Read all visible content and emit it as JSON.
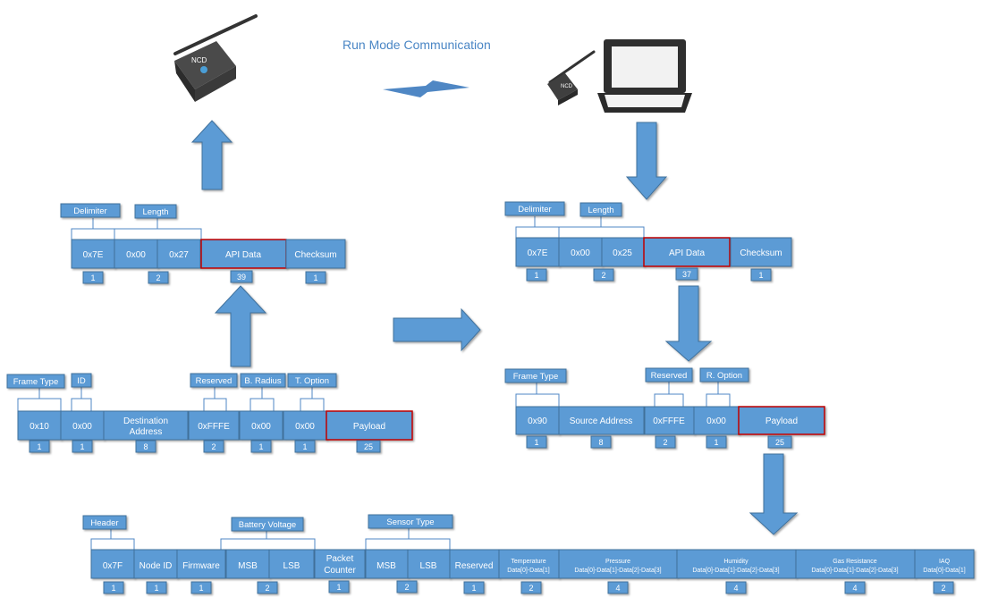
{
  "title": "Run Mode Communication",
  "devices": {
    "sensor_logo": "NCD",
    "gateway_logo": "NCD"
  },
  "top_left": {
    "labels": [
      "Delimiter",
      "Length"
    ],
    "fields": [
      "0x7E",
      "0x00",
      "0x27",
      "API Data",
      "Checksum"
    ],
    "sizes": [
      "1",
      "2",
      "39",
      "1"
    ]
  },
  "tx_frame": {
    "labels": [
      "Frame Type",
      "ID",
      "Reserved",
      "B. Radius",
      "T. Option"
    ],
    "fields": [
      "0x10",
      "0x00",
      "Destination",
      "Address",
      "0xFFFE",
      "0x00",
      "0x00",
      "Payload"
    ],
    "sizes": [
      "1",
      "1",
      "8",
      "2",
      "1",
      "1",
      "25"
    ]
  },
  "top_right": {
    "labels": [
      "Delimiter",
      "Length"
    ],
    "fields": [
      "0x7E",
      "0x00",
      "0x25",
      "API Data",
      "Checksum"
    ],
    "sizes": [
      "1",
      "2",
      "37",
      "1"
    ]
  },
  "rx_frame": {
    "labels": [
      "Frame Type",
      "Reserved",
      "R. Option"
    ],
    "fields": [
      "0x90",
      "Source Address",
      "0xFFFE",
      "0x00",
      "Payload"
    ],
    "sizes": [
      "1",
      "8",
      "2",
      "1",
      "25"
    ]
  },
  "payload": {
    "labels": [
      "Header",
      "Battery Voltage",
      "Sensor Type"
    ],
    "fields": [
      "0x7F",
      "Node ID",
      "Firmware",
      "MSB",
      "LSB",
      "Packet",
      "Counter",
      "MSB",
      "LSB",
      "Reserved"
    ],
    "small_titles": [
      "Temperature",
      "Pressure",
      "Humidity",
      "Gas Resistance",
      "IAQ"
    ],
    "small_subs": [
      "Data[0]-Data[1]",
      "Data[0]-Data[1]-Data[2]-Data[3]",
      "Data[0]-Data[1]-Data[2]-Data[3]",
      "Data[0]-Data[1]-Data[2]-Data[3]",
      "Data[0]-Data[1]"
    ],
    "sizes": [
      "1",
      "1",
      "1",
      "2",
      "1",
      "2",
      "1",
      "2",
      "4",
      "4",
      "4",
      "2"
    ]
  },
  "colors": {
    "box_fill": "#5b9bd5",
    "box_stroke": "#41719c",
    "highlight": "#c00000",
    "arrow_fill": "#5b9bd5",
    "title": "#4a86c5"
  }
}
